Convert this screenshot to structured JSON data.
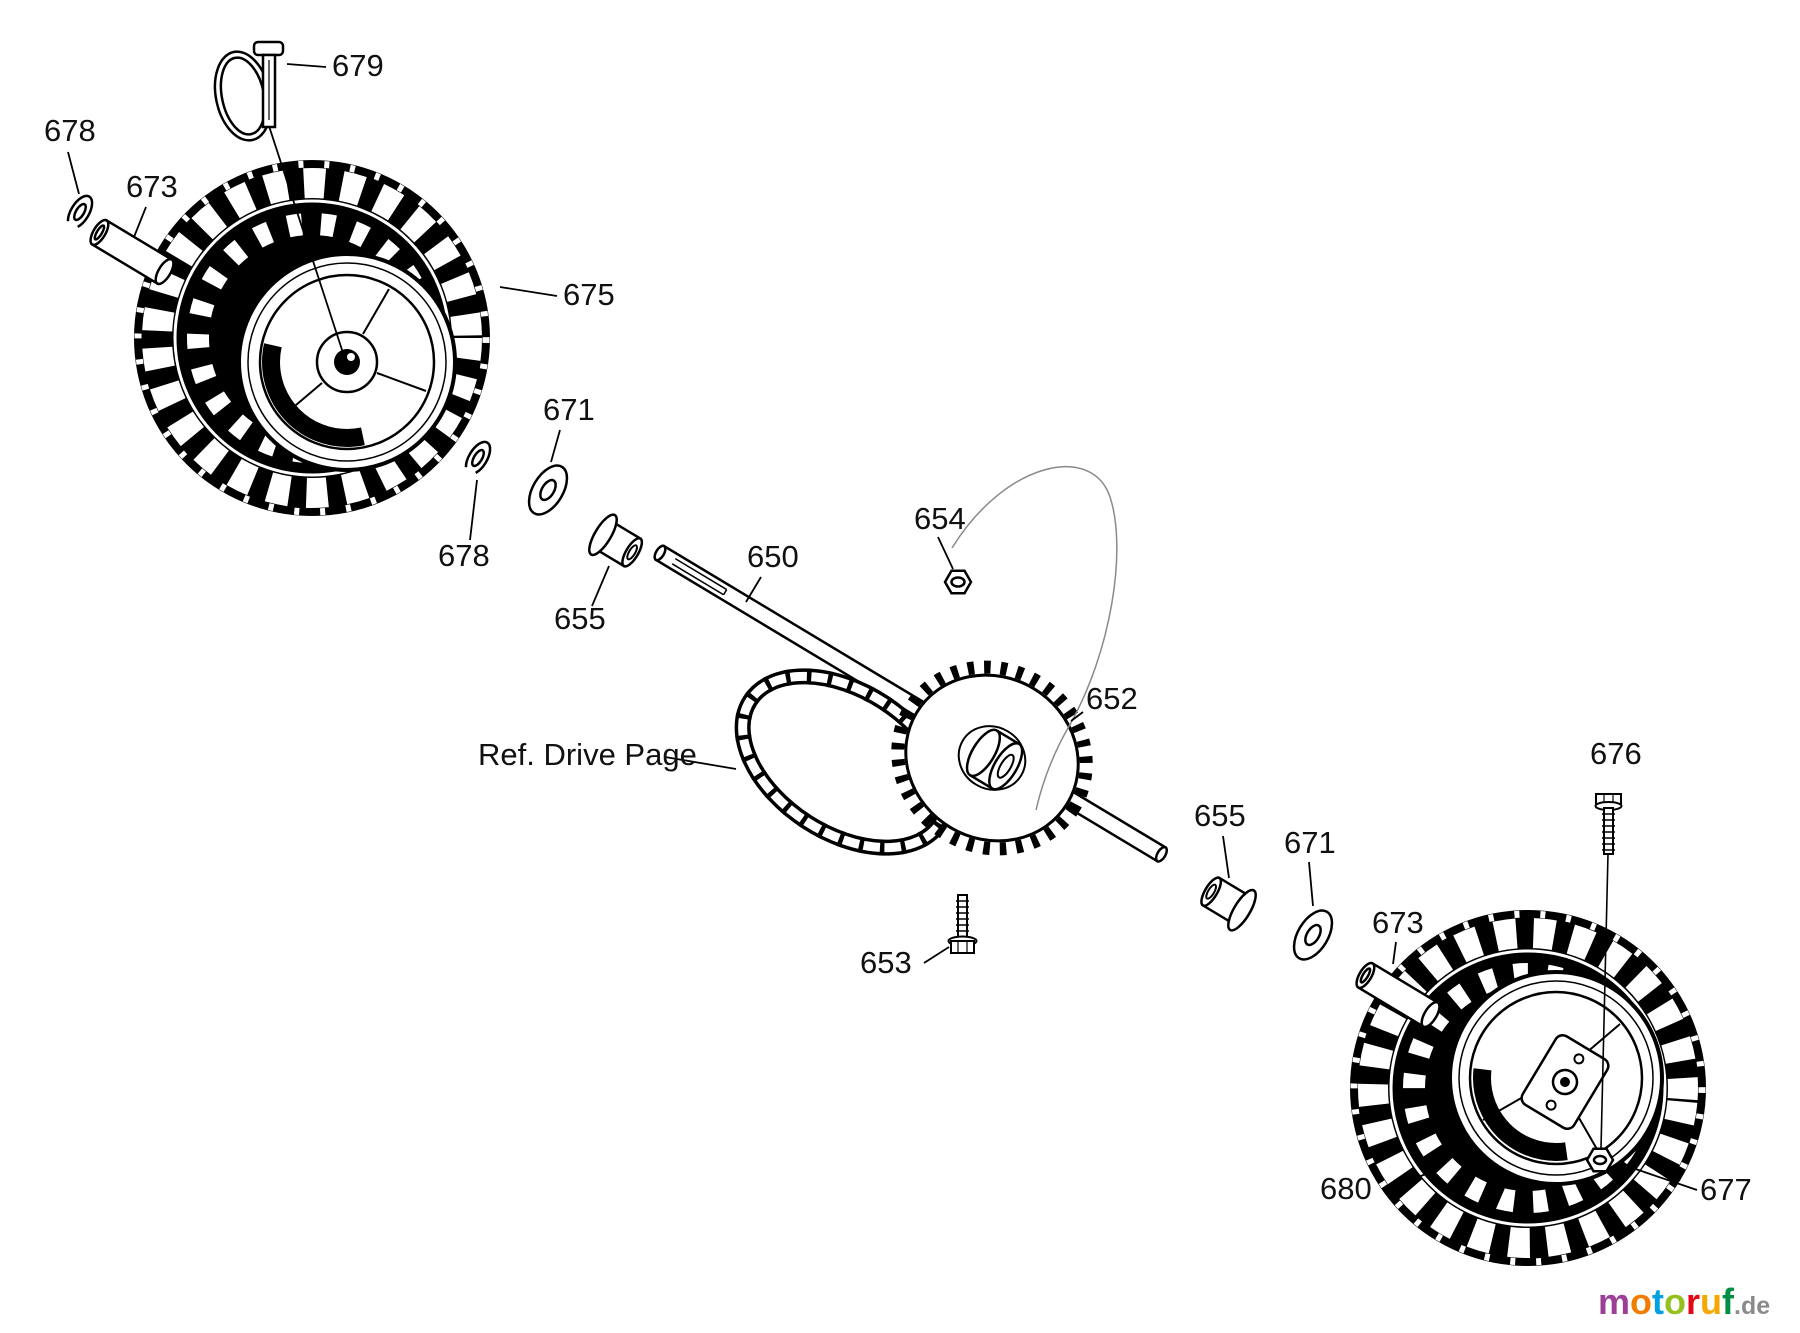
{
  "canvas": {
    "background": "#ffffff",
    "line_color": "#000000"
  },
  "callouts": {
    "pin": "679",
    "e_ring_outer": "678",
    "spacer_left": "673",
    "wheel_left": "675",
    "washer_left": "671",
    "e_ring_inner": "678",
    "bushing_left": "655",
    "axle_shaft": "650",
    "nut_sprocket": "654",
    "sprocket": "652",
    "chain_ref": "Ref. Drive Page",
    "bolt_sprocket": "653",
    "bushing_right": "655",
    "washer_right": "671",
    "spacer_right": "673",
    "bolt_hub": "676",
    "wheel_right": "680",
    "nut_hub": "677"
  },
  "watermark": {
    "letters": [
      {
        "char": "m",
        "color": "#9b3f97"
      },
      {
        "char": "o",
        "color": "#f07c00"
      },
      {
        "char": "t",
        "color": "#00a0e1"
      },
      {
        "char": "o",
        "color": "#94c11f"
      },
      {
        "char": "r",
        "color": "#e30613"
      },
      {
        "char": "u",
        "color": "#f6a800"
      },
      {
        "char": "f",
        "color": "#008d45"
      }
    ],
    "suffix": {
      "text": ".de",
      "color": "#8a8a8a"
    }
  }
}
